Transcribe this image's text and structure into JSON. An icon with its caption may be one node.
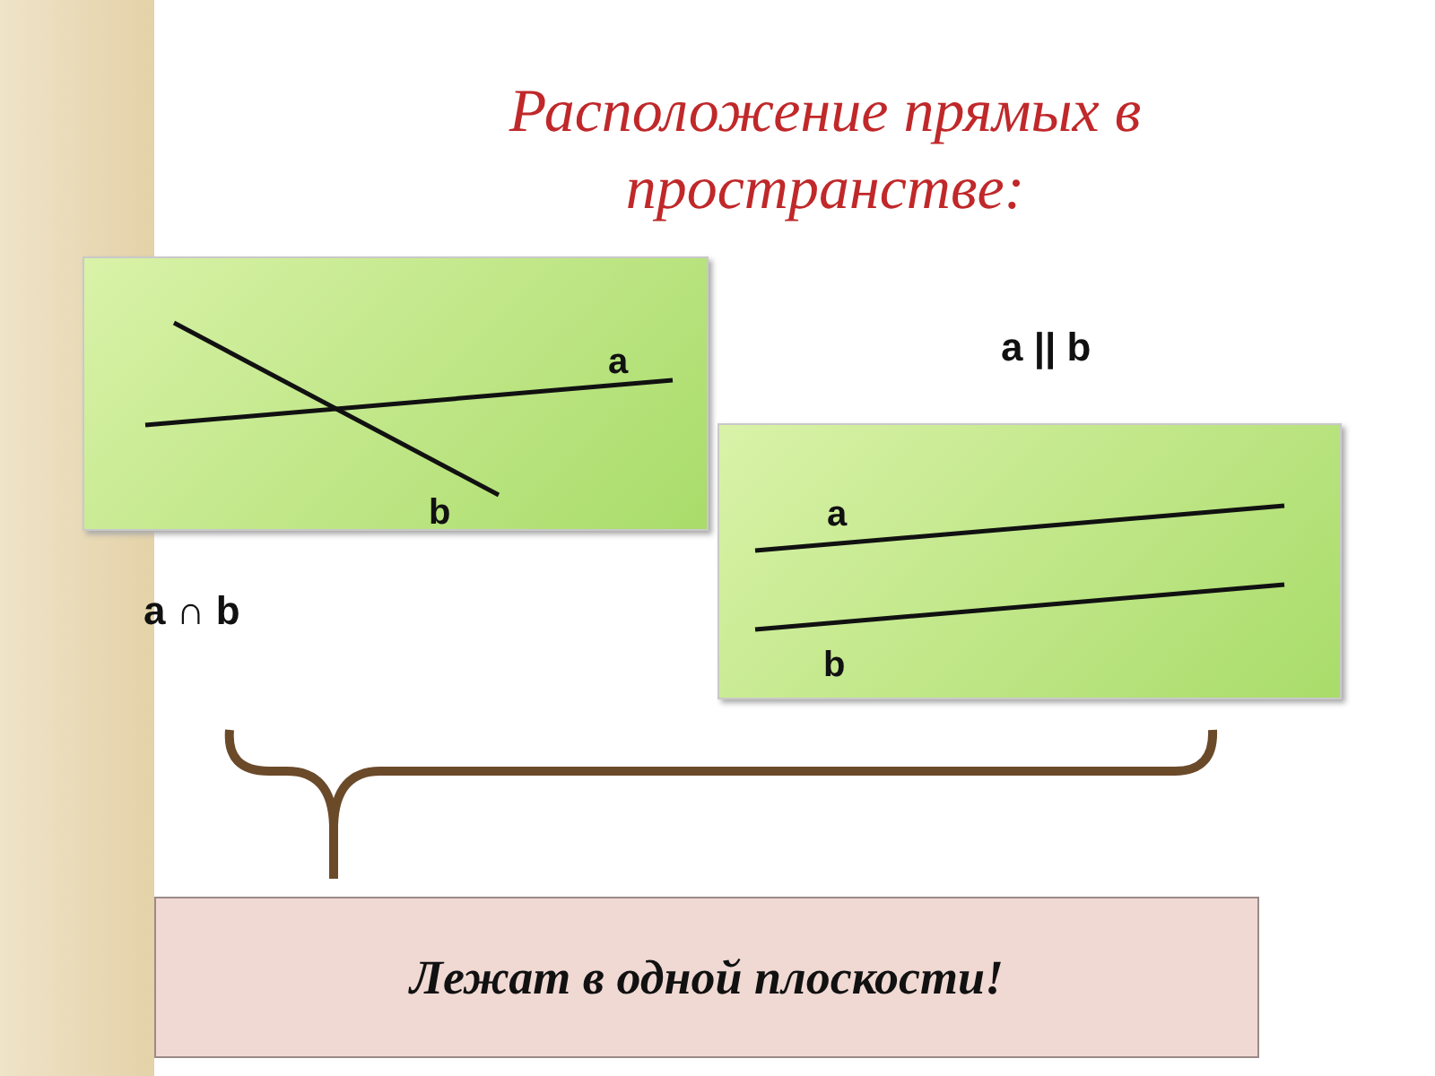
{
  "diagram": {
    "title": "Расположение прямых в пространстве:",
    "nodes": [
      {
        "text": [
          "a",
          "b"
        ],
        "beside": [
          "a ∩ b"
        ]
      },
      {
        "text": [
          "a",
          "b"
        ],
        "beside": [
          "a || b"
        ]
      },
      {
        "text": [
          "Лежат в одной плоскости!"
        ]
      }
    ]
  }
}
